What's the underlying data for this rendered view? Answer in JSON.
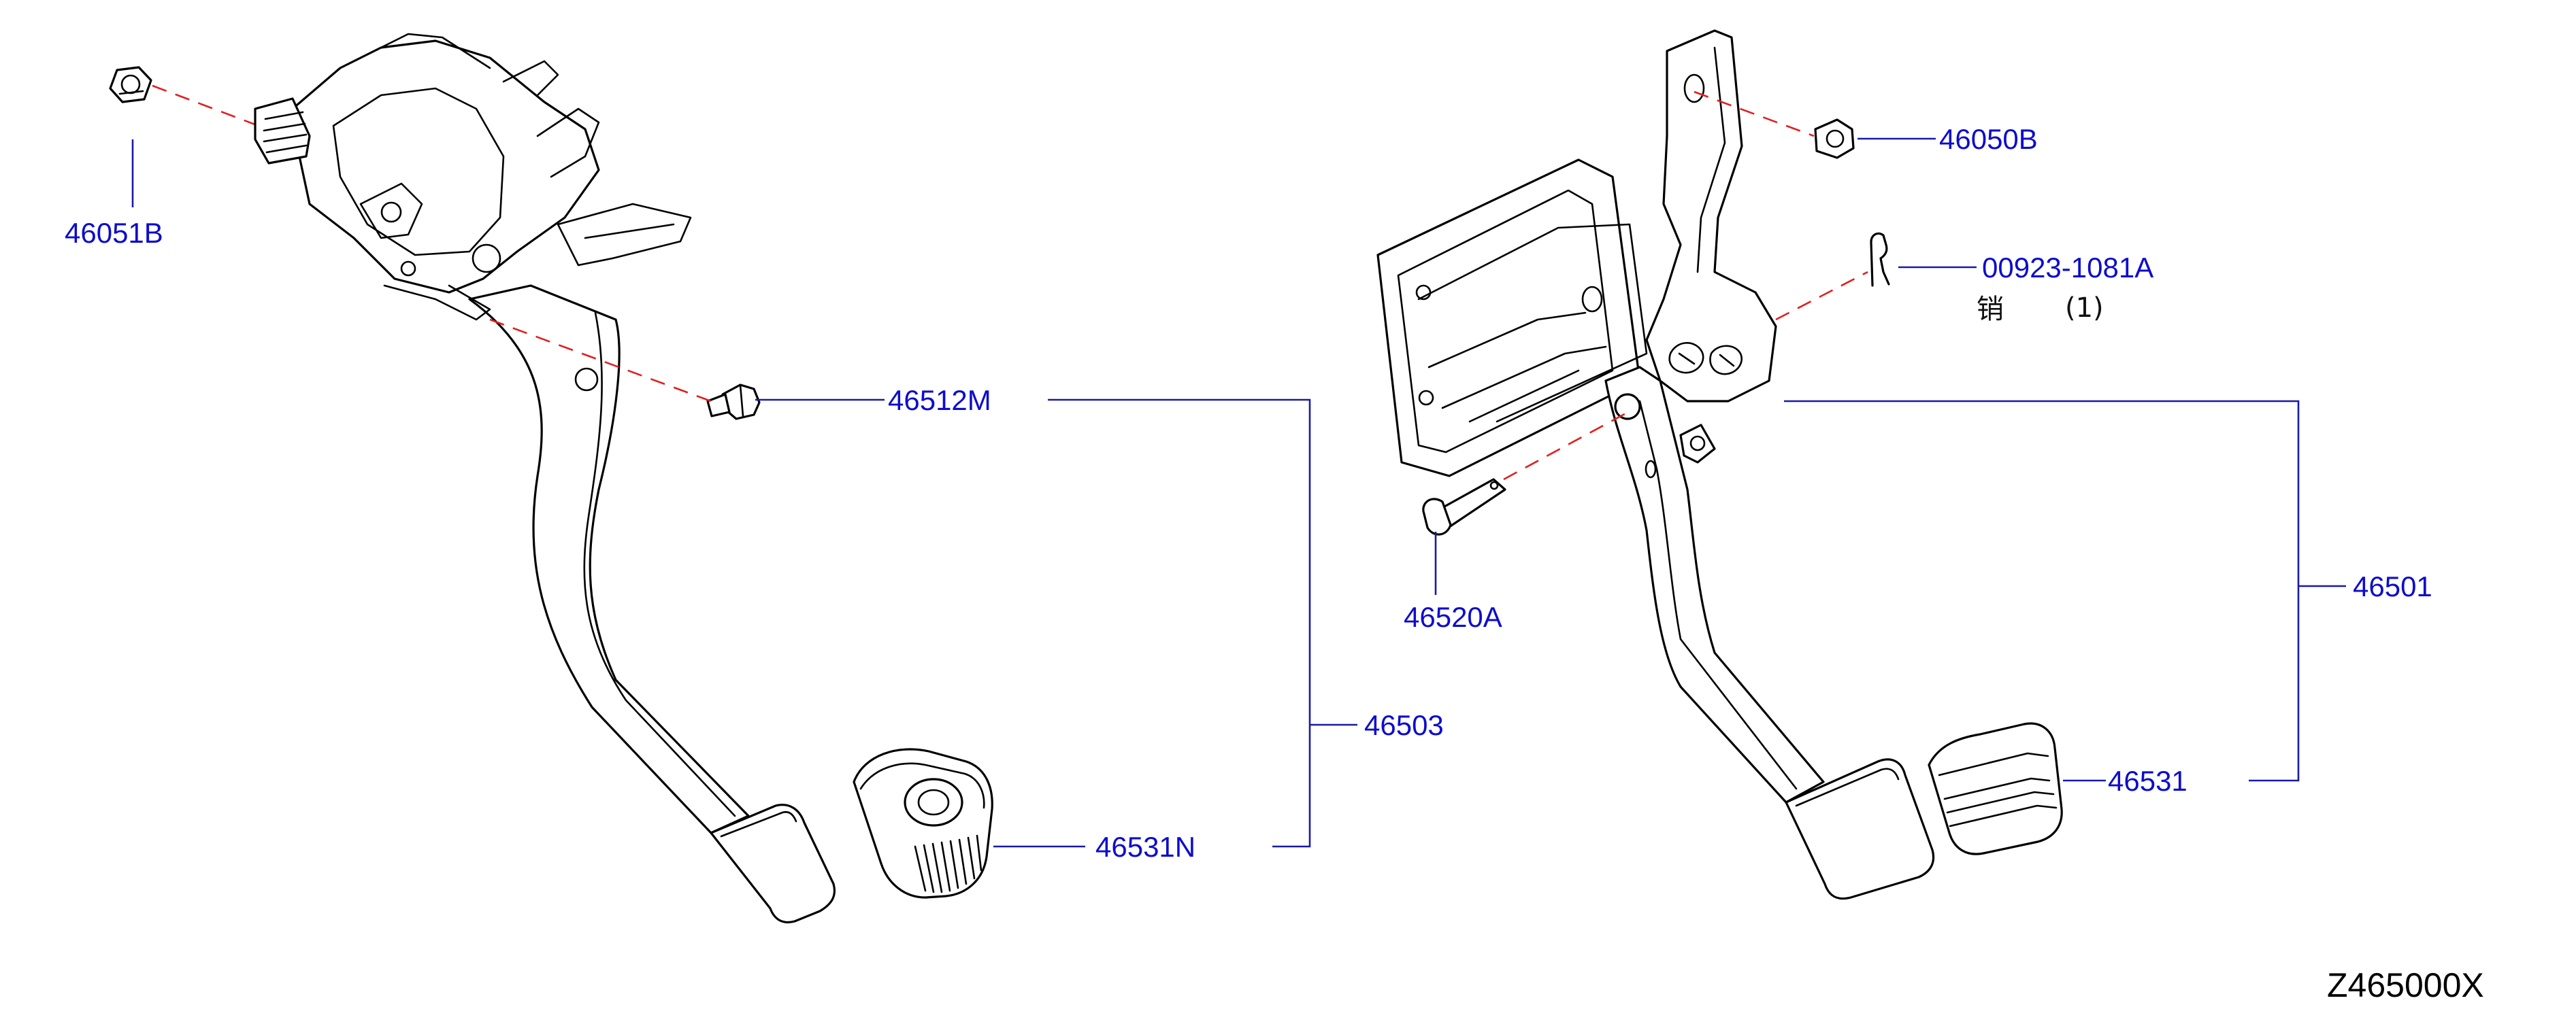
{
  "colors": {
    "callout_text": "#0d0dcc",
    "leader_line": "#1a1aa6",
    "assembly_dash": "#e02020",
    "part_stroke": "#000000",
    "background": "#ffffff"
  },
  "callouts": {
    "nut_left": "46051B",
    "clevis_pin_left": "46512M",
    "clutch_pedal_assembly": "46503",
    "pad_left": "46531N",
    "nut_right": "46050B",
    "snap_pin": "00923-1081A",
    "snap_pin_note_char": "销",
    "snap_pin_note_qty": "(1)",
    "pin_right": "46520A",
    "brake_pedal_assembly": "46501",
    "pad_right": "46531"
  },
  "diagram_id": "Z465000X"
}
